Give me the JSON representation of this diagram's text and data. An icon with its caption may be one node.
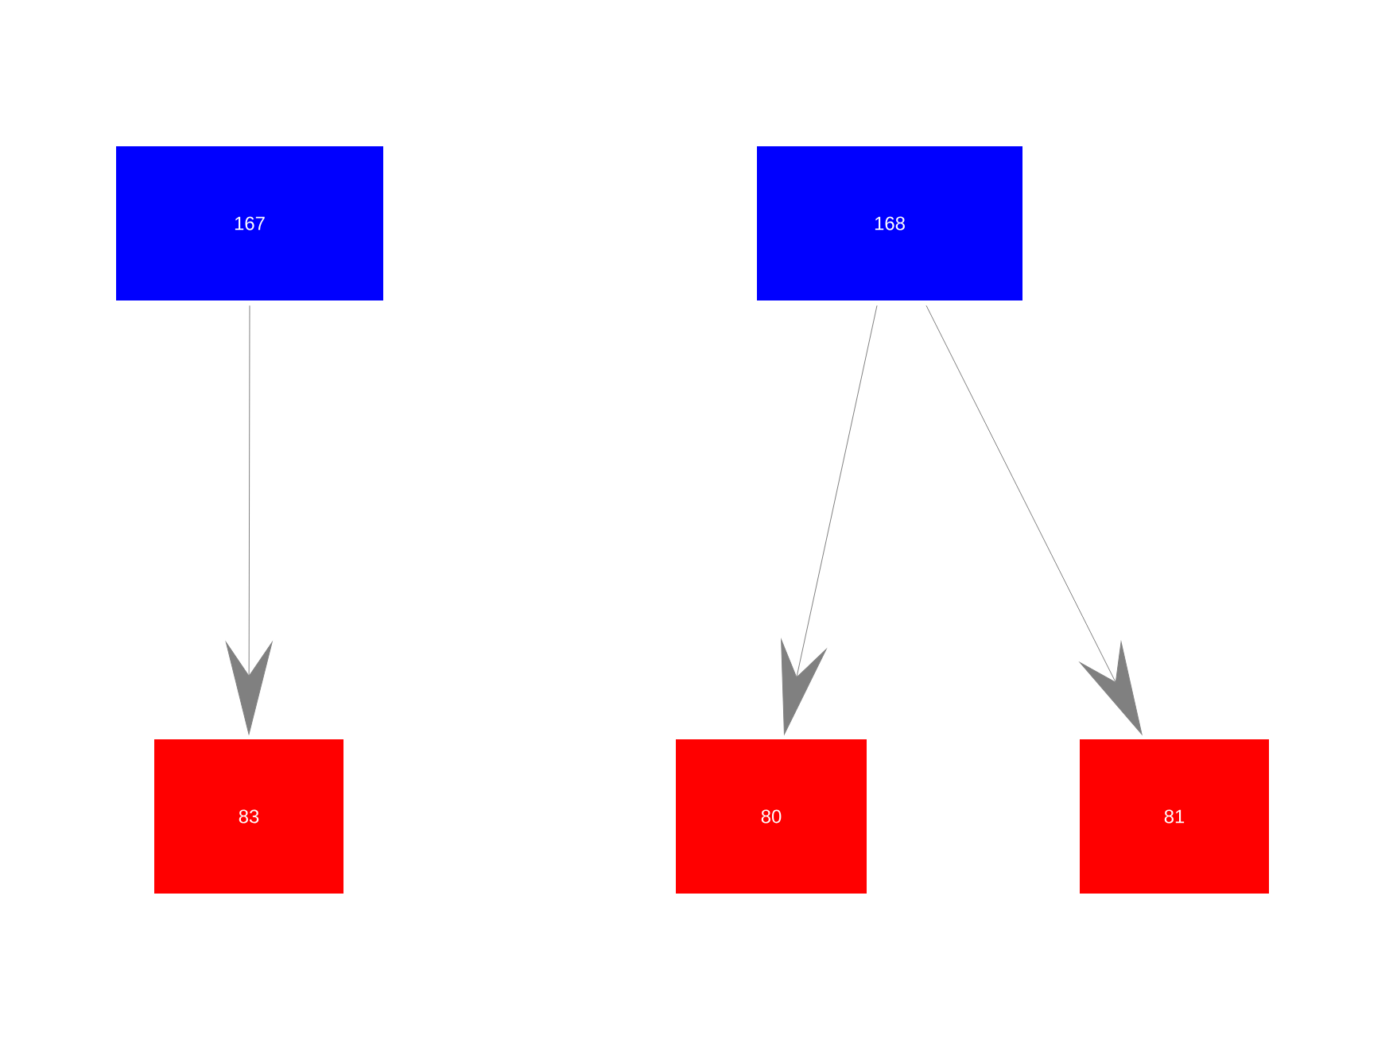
{
  "diagram": {
    "nodes": [
      {
        "text": [
          "167"
        ]
      },
      {
        "text": [
          "168"
        ]
      },
      {
        "text": [
          "83"
        ]
      },
      {
        "text": [
          "80"
        ]
      },
      {
        "text": [
          "81"
        ]
      }
    ],
    "edges": [
      {
        "from": 0,
        "to": 2,
        "arrow": "to"
      },
      {
        "from": 1,
        "to": 3,
        "arrow": "to"
      },
      {
        "from": 1,
        "to": 4,
        "arrow": "to"
      }
    ]
  }
}
